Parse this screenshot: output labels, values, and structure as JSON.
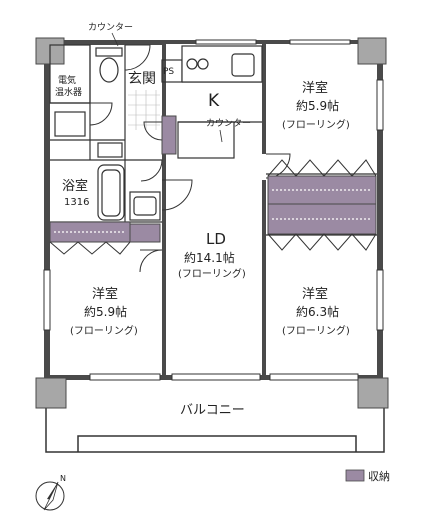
{
  "rooms": {
    "counter_top": "カウンター",
    "denki": "電気",
    "onsuiki": "温水器",
    "genkan": "玄関",
    "ps": "PS",
    "k": "K",
    "counter_k": "カウンター",
    "yokushitsu": "浴室",
    "bath_size": "1316",
    "ld": "LD",
    "ld_size": "約14.1帖",
    "ld_floor": "(フローリング)",
    "yoshitsu_ne": "洋室",
    "yoshitsu_ne_size": "約5.9帖",
    "yoshitsu_ne_floor": "(フローリング)",
    "yoshitsu_w": "洋室",
    "yoshitsu_w_size": "約5.9帖",
    "yoshitsu_w_floor": "(フローリング)",
    "yoshitsu_se": "洋室",
    "yoshitsu_se_size": "約6.3帖",
    "yoshitsu_se_floor": "(フローリング)",
    "balcony": "バルコニー"
  },
  "compass_label": "N",
  "legend": {
    "label": "収納",
    "color": "#9b8aa3"
  },
  "colors": {
    "wall": "#4a4a4a",
    "column": "#a7a7a7",
    "storage": "#9b8aa3",
    "line": "#333333"
  }
}
